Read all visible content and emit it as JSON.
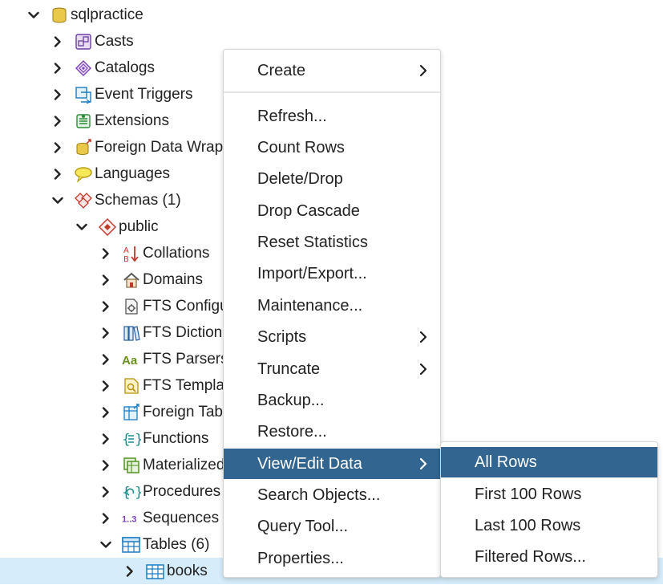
{
  "tree": [
    {
      "label": "sqlpractice",
      "icon": "database-icon",
      "expanded": true
    },
    {
      "label": "Casts",
      "icon": "casts-icon",
      "expanded": false
    },
    {
      "label": "Catalogs",
      "icon": "catalogs-icon",
      "expanded": false
    },
    {
      "label": "Event Triggers",
      "icon": "event-triggers-icon",
      "expanded": false
    },
    {
      "label": "Extensions",
      "icon": "extensions-icon",
      "expanded": false
    },
    {
      "label": "Foreign Data Wrap",
      "icon": "foreign-data-wrapper-icon",
      "expanded": false
    },
    {
      "label": "Languages",
      "icon": "languages-icon",
      "expanded": false
    },
    {
      "label": "Schemas (1)",
      "icon": "schemas-icon",
      "expanded": true
    },
    {
      "label": "public",
      "icon": "schema-icon",
      "expanded": true
    },
    {
      "label": "Collations",
      "icon": "collations-icon",
      "expanded": false
    },
    {
      "label": "Domains",
      "icon": "domains-icon",
      "expanded": false
    },
    {
      "label": "FTS Configu",
      "icon": "fts-configuration-icon",
      "expanded": false
    },
    {
      "label": "FTS Diction",
      "icon": "fts-dictionary-icon",
      "expanded": false
    },
    {
      "label": "FTS Parsers",
      "icon": "fts-parser-icon",
      "expanded": false,
      "icon_text": "Aa"
    },
    {
      "label": "FTS Templa",
      "icon": "fts-template-icon",
      "expanded": false
    },
    {
      "label": "Foreign Tab",
      "icon": "foreign-table-icon",
      "expanded": false
    },
    {
      "label": "Functions",
      "icon": "functions-icon",
      "expanded": false
    },
    {
      "label": "Materialized",
      "icon": "materialized-view-icon",
      "expanded": false
    },
    {
      "label": "Procedures",
      "icon": "procedures-icon",
      "expanded": false
    },
    {
      "label": "Sequences",
      "icon": "sequences-icon",
      "expanded": false,
      "icon_text": "1..3"
    },
    {
      "label": "Tables (6)",
      "icon": "tables-icon",
      "expanded": true
    },
    {
      "label": "books",
      "icon": "table-icon",
      "expanded": false,
      "selected": true
    }
  ],
  "context_menu": {
    "items": [
      {
        "label": "Create",
        "submenu": true
      },
      {
        "label": "Refresh...",
        "submenu": false
      },
      {
        "label": "Count Rows",
        "submenu": false
      },
      {
        "label": "Delete/Drop",
        "submenu": false
      },
      {
        "label": "Drop Cascade",
        "submenu": false
      },
      {
        "label": "Reset Statistics",
        "submenu": false
      },
      {
        "label": "Import/Export...",
        "submenu": false
      },
      {
        "label": "Maintenance...",
        "submenu": false
      },
      {
        "label": "Scripts",
        "submenu": true
      },
      {
        "label": "Truncate",
        "submenu": true
      },
      {
        "label": "Backup...",
        "submenu": false
      },
      {
        "label": "Restore...",
        "submenu": false
      },
      {
        "label": "View/Edit Data",
        "submenu": true,
        "active": true
      },
      {
        "label": "Search Objects...",
        "submenu": false
      },
      {
        "label": "Query Tool...",
        "submenu": false
      },
      {
        "label": "Properties...",
        "submenu": false
      }
    ]
  },
  "submenu": {
    "items": [
      {
        "label": "All Rows",
        "active": true
      },
      {
        "label": "First 100 Rows",
        "active": false
      },
      {
        "label": "Last 100 Rows",
        "active": false
      },
      {
        "label": "Filtered Rows...",
        "active": false
      }
    ]
  },
  "colors": {
    "highlight": "#326690",
    "selected_row": "#d6ecfa",
    "text": "#222222"
  }
}
